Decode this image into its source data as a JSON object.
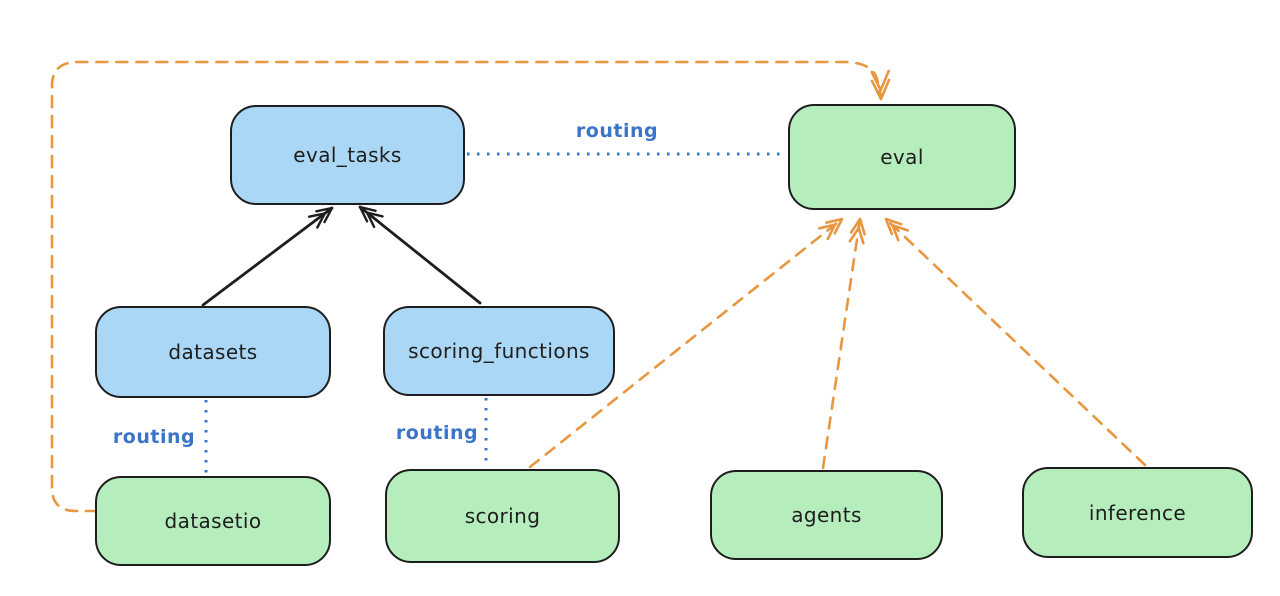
{
  "diagram_type": "architecture-routing-diagram",
  "nodes": {
    "eval_tasks": {
      "label": "eval_tasks",
      "kind": "resource"
    },
    "eval": {
      "label": "eval",
      "kind": "api"
    },
    "datasets": {
      "label": "datasets",
      "kind": "resource"
    },
    "scoring_functions": {
      "label": "scoring_functions",
      "kind": "resource"
    },
    "datasetio": {
      "label": "datasetio",
      "kind": "api"
    },
    "scoring": {
      "label": "scoring",
      "kind": "api"
    },
    "agents": {
      "label": "agents",
      "kind": "api"
    },
    "inference": {
      "label": "inference",
      "kind": "api"
    }
  },
  "edges": [
    {
      "from": "datasets",
      "to": "eval_tasks",
      "style": "solid-arrow",
      "color": "black"
    },
    {
      "from": "scoring_functions",
      "to": "eval_tasks",
      "style": "solid-arrow",
      "color": "black"
    },
    {
      "from": "eval_tasks",
      "to": "eval",
      "style": "dotted",
      "color": "blue",
      "label": "routing"
    },
    {
      "from": "datasets",
      "to": "datasetio",
      "style": "dotted",
      "color": "blue",
      "label": "routing"
    },
    {
      "from": "scoring_functions",
      "to": "scoring",
      "style": "dotted",
      "color": "blue",
      "label": "routing"
    },
    {
      "from": "datasetio",
      "to": "eval",
      "style": "dashed-arrow",
      "color": "orange"
    },
    {
      "from": "scoring",
      "to": "eval",
      "style": "dashed-arrow",
      "color": "orange"
    },
    {
      "from": "agents",
      "to": "eval",
      "style": "dashed-arrow",
      "color": "orange"
    },
    {
      "from": "inference",
      "to": "eval",
      "style": "dashed-arrow",
      "color": "orange"
    }
  ],
  "colors": {
    "stroke": "#1e1e1e",
    "resource-fill": "#aad7f6",
    "api-fill": "#b5edbd",
    "routing": "#3b74c8",
    "orange": "#e8963f",
    "background": "#ffffff"
  }
}
